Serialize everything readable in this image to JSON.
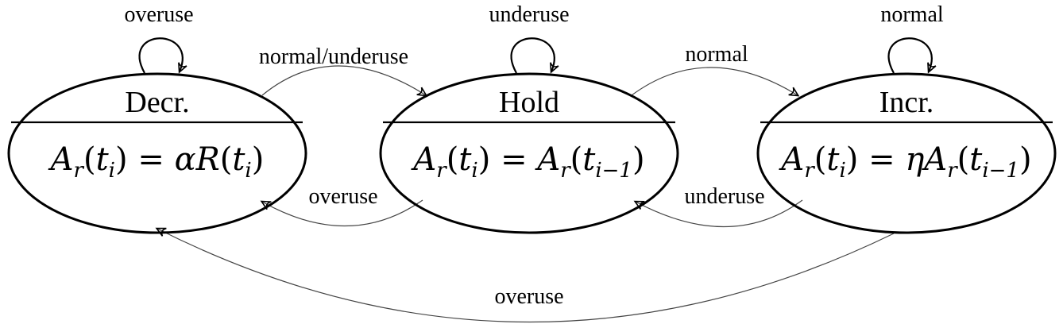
{
  "states": {
    "decr": {
      "title": "Decr.",
      "formula": {
        "A": "A",
        "r": "r",
        "lp": "(",
        "t": "t",
        "i": "i",
        "rp": ")",
        "eq": " = ",
        "coef": "α",
        "R": "R",
        "lp2": "(",
        "t2": "t",
        "i2": "i",
        "rp2": ")"
      }
    },
    "hold": {
      "title": "Hold",
      "formula": {
        "A": "A",
        "r": "r",
        "lp": "(",
        "t": "t",
        "i": "i",
        "rp": ")",
        "eq": " = ",
        "A2": "A",
        "r2": "r",
        "lp2": "(",
        "t2": "t",
        "i2": "i−1",
        "rp2": ")"
      }
    },
    "incr": {
      "title": "Incr.",
      "formula": {
        "A": "A",
        "r": "r",
        "lp": "(",
        "t": "t",
        "i": "i",
        "rp": ")",
        "eq": " = ",
        "coef": "η",
        "A2": "A",
        "r2": "r",
        "lp2": "(",
        "t2": "t",
        "i2": "i−1",
        "rp2": ")"
      }
    }
  },
  "transitions": {
    "decr_self": "overuse",
    "hold_self": "underuse",
    "incr_self": "normal",
    "decr_to_hold": "normal/underuse",
    "hold_to_incr": "normal",
    "hold_to_decr": "overuse",
    "incr_to_hold": "underuse",
    "incr_to_decr": "overuse"
  },
  "colors": {
    "stroke": "#000000",
    "edge": "#444444",
    "background": "#ffffff"
  }
}
